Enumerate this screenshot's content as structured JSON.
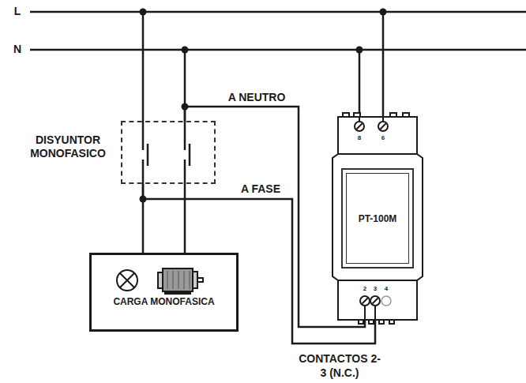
{
  "diagram": {
    "nodes": [
      {
        "text": [
          "DISYUNTOR MONOFASICO"
        ]
      },
      {
        "text": [
          "CARGA MONOFASICA"
        ]
      },
      {
        "text": [
          "8",
          "6",
          "2",
          "3",
          "4"
        ]
      },
      {
        "text": [
          "PT-100M"
        ],
        "in": 2
      }
    ],
    "edges": [
      {
        "from": 0,
        "to": 1,
        "arrow": "none"
      },
      {
        "from": 0,
        "to": 1,
        "arrow": "none"
      },
      {
        "from": 0,
        "to": 2,
        "label": "A FASE",
        "arrow": "none"
      },
      {
        "from": 0,
        "to": 2,
        "label": "A NEUTRO",
        "arrow": "none"
      }
    ],
    "labels": [
      "L",
      "N",
      "CONTACTOS 2-3 (N.C.)"
    ]
  }
}
